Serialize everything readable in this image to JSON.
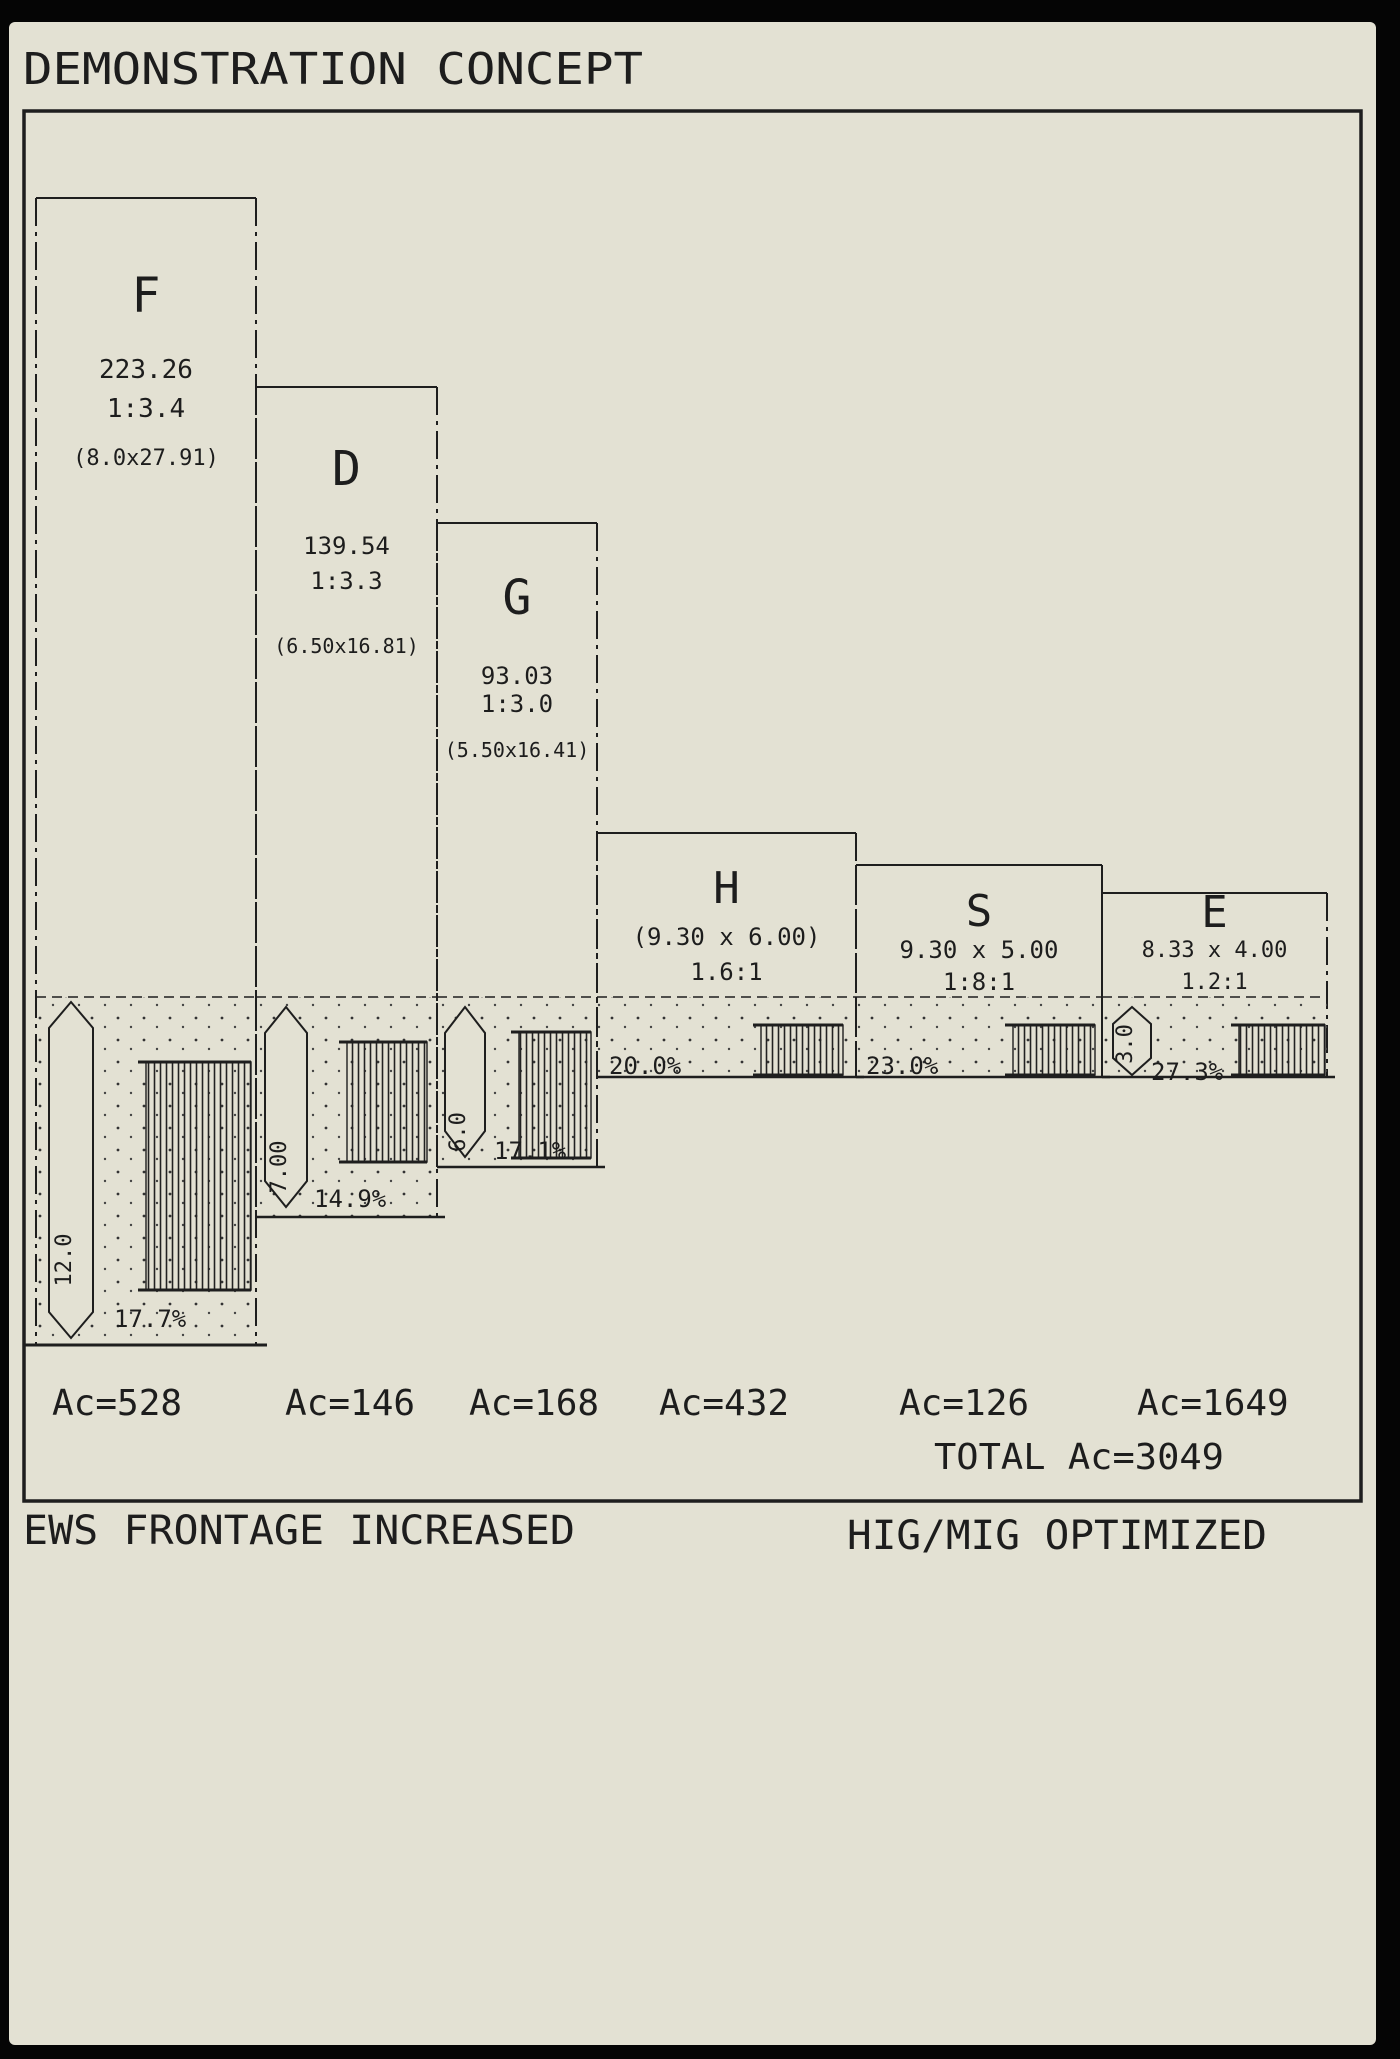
{
  "header": {
    "title": "DEMONSTRATION CONCEPT"
  },
  "footer": {
    "left_note": "EWS FRONTAGE INCREASED",
    "right_note": "HIG/MIG OPTIMIZED",
    "total": "TOTAL Ac=3049"
  },
  "blocks": [
    {
      "letter": "F",
      "lines": [
        "223.26",
        "1:3.4",
        "(8.0x27.91)"
      ],
      "badge": "12.0",
      "percent": "17.7%",
      "area": "Ac=528"
    },
    {
      "letter": "D",
      "lines": [
        "139.54",
        "1:3.3",
        "(6.50x16.81)"
      ],
      "badge": "7.00",
      "percent": "14.9%",
      "area": "Ac=146"
    },
    {
      "letter": "G",
      "lines": [
        "93.03",
        "1:3.0",
        "(5.50x16.41)"
      ],
      "badge": "6.0",
      "percent": "17.1%",
      "area": "Ac=168"
    },
    {
      "letter": "H",
      "lines": [
        "(9.30 x 6.00)",
        "1.6:1"
      ],
      "badge": "",
      "percent": "20.0%",
      "area": "Ac=432"
    },
    {
      "letter": "S",
      "lines": [
        "9.30 x 5.00",
        "1:8:1"
      ],
      "badge": "",
      "percent": "23.0%",
      "area": "Ac=126"
    },
    {
      "letter": "E",
      "lines": [
        "8.33 x 4.00",
        "1.2:1"
      ],
      "badge": "3.0",
      "percent": "27.3%",
      "area": "Ac=1649"
    }
  ]
}
